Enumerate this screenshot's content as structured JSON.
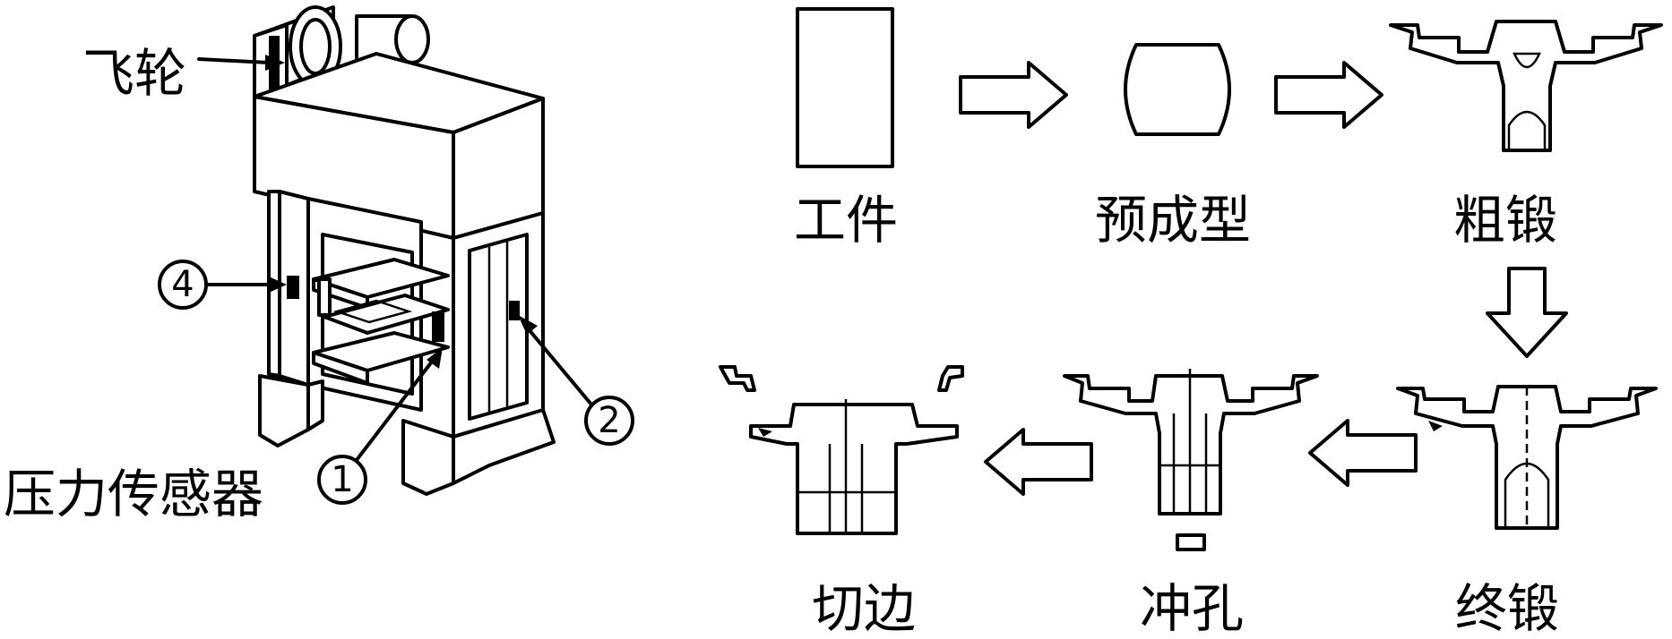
{
  "press": {
    "flywheel_label": "飞轮",
    "sensor_label": "压力传感器",
    "sensor_numbers": [
      "1",
      "2",
      "4"
    ]
  },
  "process": {
    "steps": [
      "工件",
      "预成型",
      "粗锻",
      "终锻",
      "冲孔",
      "切边"
    ]
  },
  "icons": [
    "arrow-right-icon",
    "arrow-down-icon",
    "arrow-left-icon"
  ]
}
